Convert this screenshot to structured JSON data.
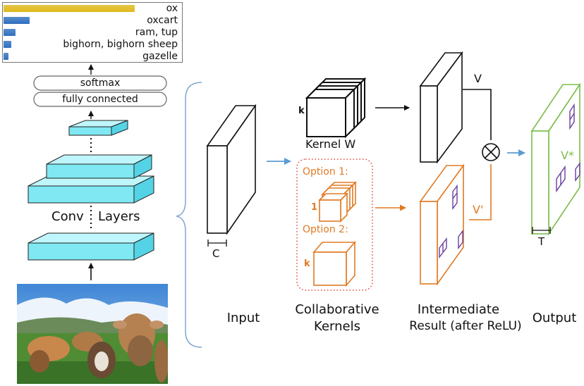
{
  "predictions": [
    {
      "label": "ox",
      "score": 1.0,
      "color": "#e0b81c"
    },
    {
      "label": "oxcart",
      "score": 0.2,
      "color": "#2f6fc0"
    },
    {
      "label": "ram, tup",
      "score": 0.09,
      "color": "#2f6fc0"
    },
    {
      "label": "bighorn, bighorn sheep",
      "score": 0.06,
      "color": "#2f6fc0"
    },
    {
      "label": "gazelle",
      "score": 0.04,
      "color": "#2f6fc0"
    }
  ],
  "network": {
    "softmax": "softmax",
    "fully_connected": "fully connected",
    "conv_layers_left": "Conv",
    "conv_layers_right": "Layers"
  },
  "labels": {
    "kernel_w": "Kernel W",
    "k_top": "k",
    "v": "V",
    "v_prime": "V'",
    "v_star": "V*",
    "c": "C",
    "t": "T",
    "option1": "Option 1:",
    "option1_dim": "1",
    "option2": "Option 2:",
    "option2_dim": "k"
  },
  "captions": {
    "input": "Input",
    "collaborative_line1": "Collaborative",
    "collaborative_line2": "Kernels",
    "intermediate_line1": "Intermediate",
    "intermediate_line2": "Result (after ReLU)",
    "output": "Output"
  },
  "colors": {
    "cyan_layer": "#7fe8f2",
    "orange": "#e07a24",
    "green": "#7cbd4a",
    "purple": "#6a3fa0",
    "blue_arrow": "#5b9bd5",
    "ox_bar": "#e0b81c",
    "other_bar": "#2f6fc0"
  }
}
